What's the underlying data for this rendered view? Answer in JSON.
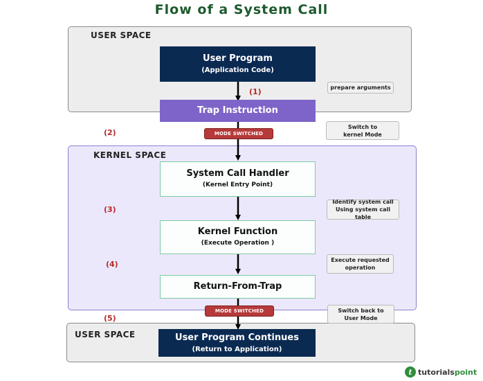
{
  "title": "Flow of a System Call",
  "zones": {
    "user_top": "USER SPACE",
    "kernel": "KERNEL SPACE",
    "user_bottom": "USER SPACE"
  },
  "boxes": {
    "user_program": {
      "main": "User Program",
      "sub": "(Application Code)"
    },
    "trap_instruction": {
      "main": "Trap Instruction"
    },
    "syscall_handler": {
      "main": "System Call Handler",
      "sub": "(Kernel Entry Point)"
    },
    "kernel_function": {
      "main": "Kernel Function",
      "sub": "(Execute Operation )"
    },
    "return_from_trap": {
      "main": "Return-From-Trap"
    },
    "user_continues": {
      "main": "User Program Continues",
      "sub": "(Return to Application)"
    }
  },
  "mode_switch": {
    "first": "MODE SWITCHED",
    "second": "MODE SWITCHED"
  },
  "notes": {
    "prepare": "prepare arguments",
    "switch_kernel": [
      "Switch to",
      "kernel Mode"
    ],
    "identify": [
      "Identify system call",
      "Using system call table"
    ],
    "execute": [
      "Execute requested",
      "operation"
    ],
    "switch_user": [
      "Switch back to",
      "User Mode"
    ]
  },
  "steps": [
    "(1)",
    "(2)",
    "(3)",
    "(4)",
    "(5)"
  ],
  "colors": {
    "title": "#1d5a2e",
    "navy": "#0b2a52",
    "purple": "#7e64c8",
    "mode_switch": "#b63a3a",
    "step_number": "#b52a2a"
  },
  "logo": {
    "prefix": "tutorials",
    "accent": "point"
  }
}
